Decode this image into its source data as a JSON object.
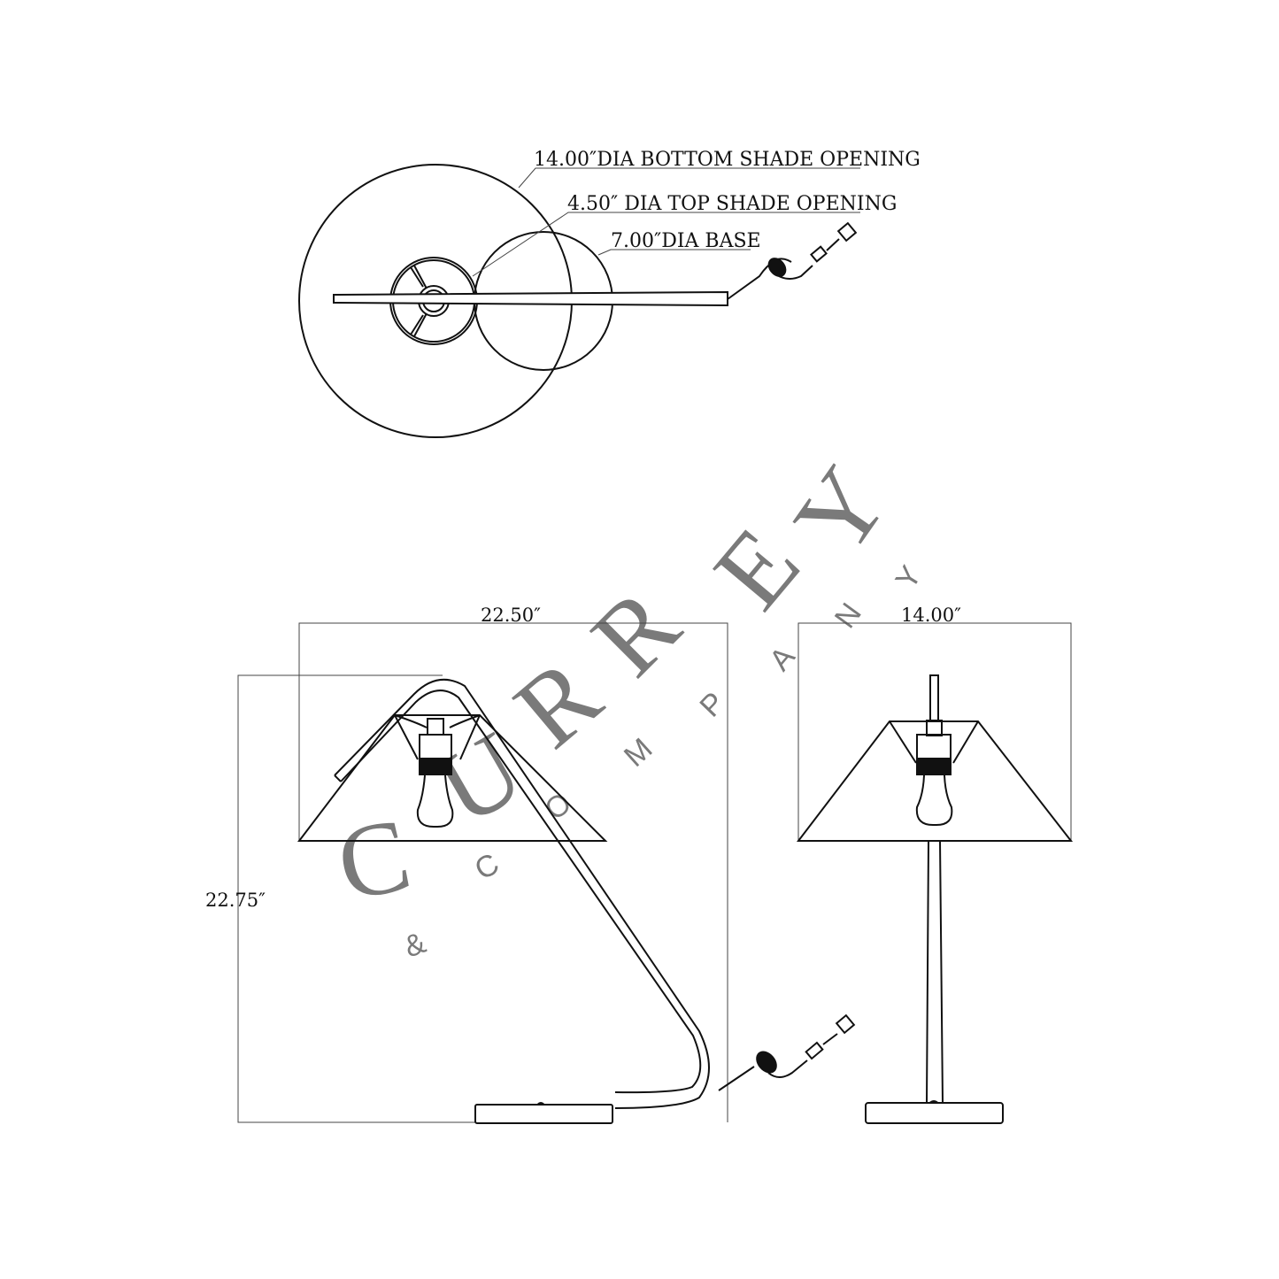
{
  "top_view": {
    "callouts": [
      {
        "text": "14.00″DIA BOTTOM SHADE OPENING"
      },
      {
        "text": "4.50″ DIA TOP SHADE OPENING"
      },
      {
        "text": "7.00″DIA BASE"
      }
    ]
  },
  "front_view": {
    "width_dim": "22.50″",
    "height_dim": "22.75″"
  },
  "side_view": {
    "width_dim": "14.00″"
  },
  "watermark": {
    "brand_letters": [
      "C",
      "U",
      "R",
      "R",
      "E",
      "Y"
    ],
    "sub_letters": [
      "&",
      "C",
      "O",
      "M",
      "P",
      "A",
      "N",
      "Y"
    ],
    "color": "#7a7a7a"
  },
  "icons": [
    "power-plug-icon",
    "light-bulb-icon"
  ]
}
